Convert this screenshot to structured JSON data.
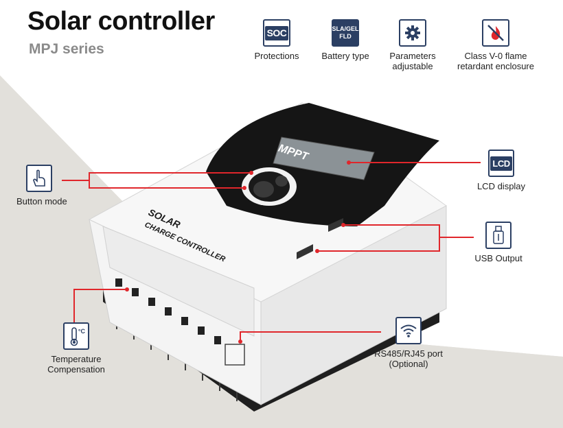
{
  "header": {
    "title": "Solar controller",
    "subtitle": "MPJ series"
  },
  "features": [
    {
      "icon": "soc-icon",
      "badge": "SOC",
      "label": "Protections"
    },
    {
      "icon": "battery-type-icon",
      "badge_line1": "SLA/GEL",
      "badge_line2": "FLD",
      "label": "Battery type"
    },
    {
      "icon": "gear-icon",
      "label_line1": "Parameters",
      "label_line2": "adjustable"
    },
    {
      "icon": "no-fire-icon",
      "label_line1": "Class V-0 flame",
      "label_line2": "retardant enclosure"
    }
  ],
  "device": {
    "screen_label": "MPPT",
    "brand_line1": "SOLAR",
    "brand_line2": "CHARGE CONTROLLER"
  },
  "callouts": {
    "button": {
      "label": "Button mode"
    },
    "lcd": {
      "badge": "LCD",
      "label": "LCD display"
    },
    "usb": {
      "label": "USB Output"
    },
    "temp": {
      "badge": "°C",
      "label_line1": "Temperature",
      "label_line2": "Compensation"
    },
    "rs485": {
      "label_line1": "RS485/RJ45 port",
      "label_line2": "(Optional)"
    }
  },
  "colors": {
    "accent_red": "#e0262b",
    "icon_blue": "#2b3f63",
    "band_grey": "#dedcd7"
  }
}
